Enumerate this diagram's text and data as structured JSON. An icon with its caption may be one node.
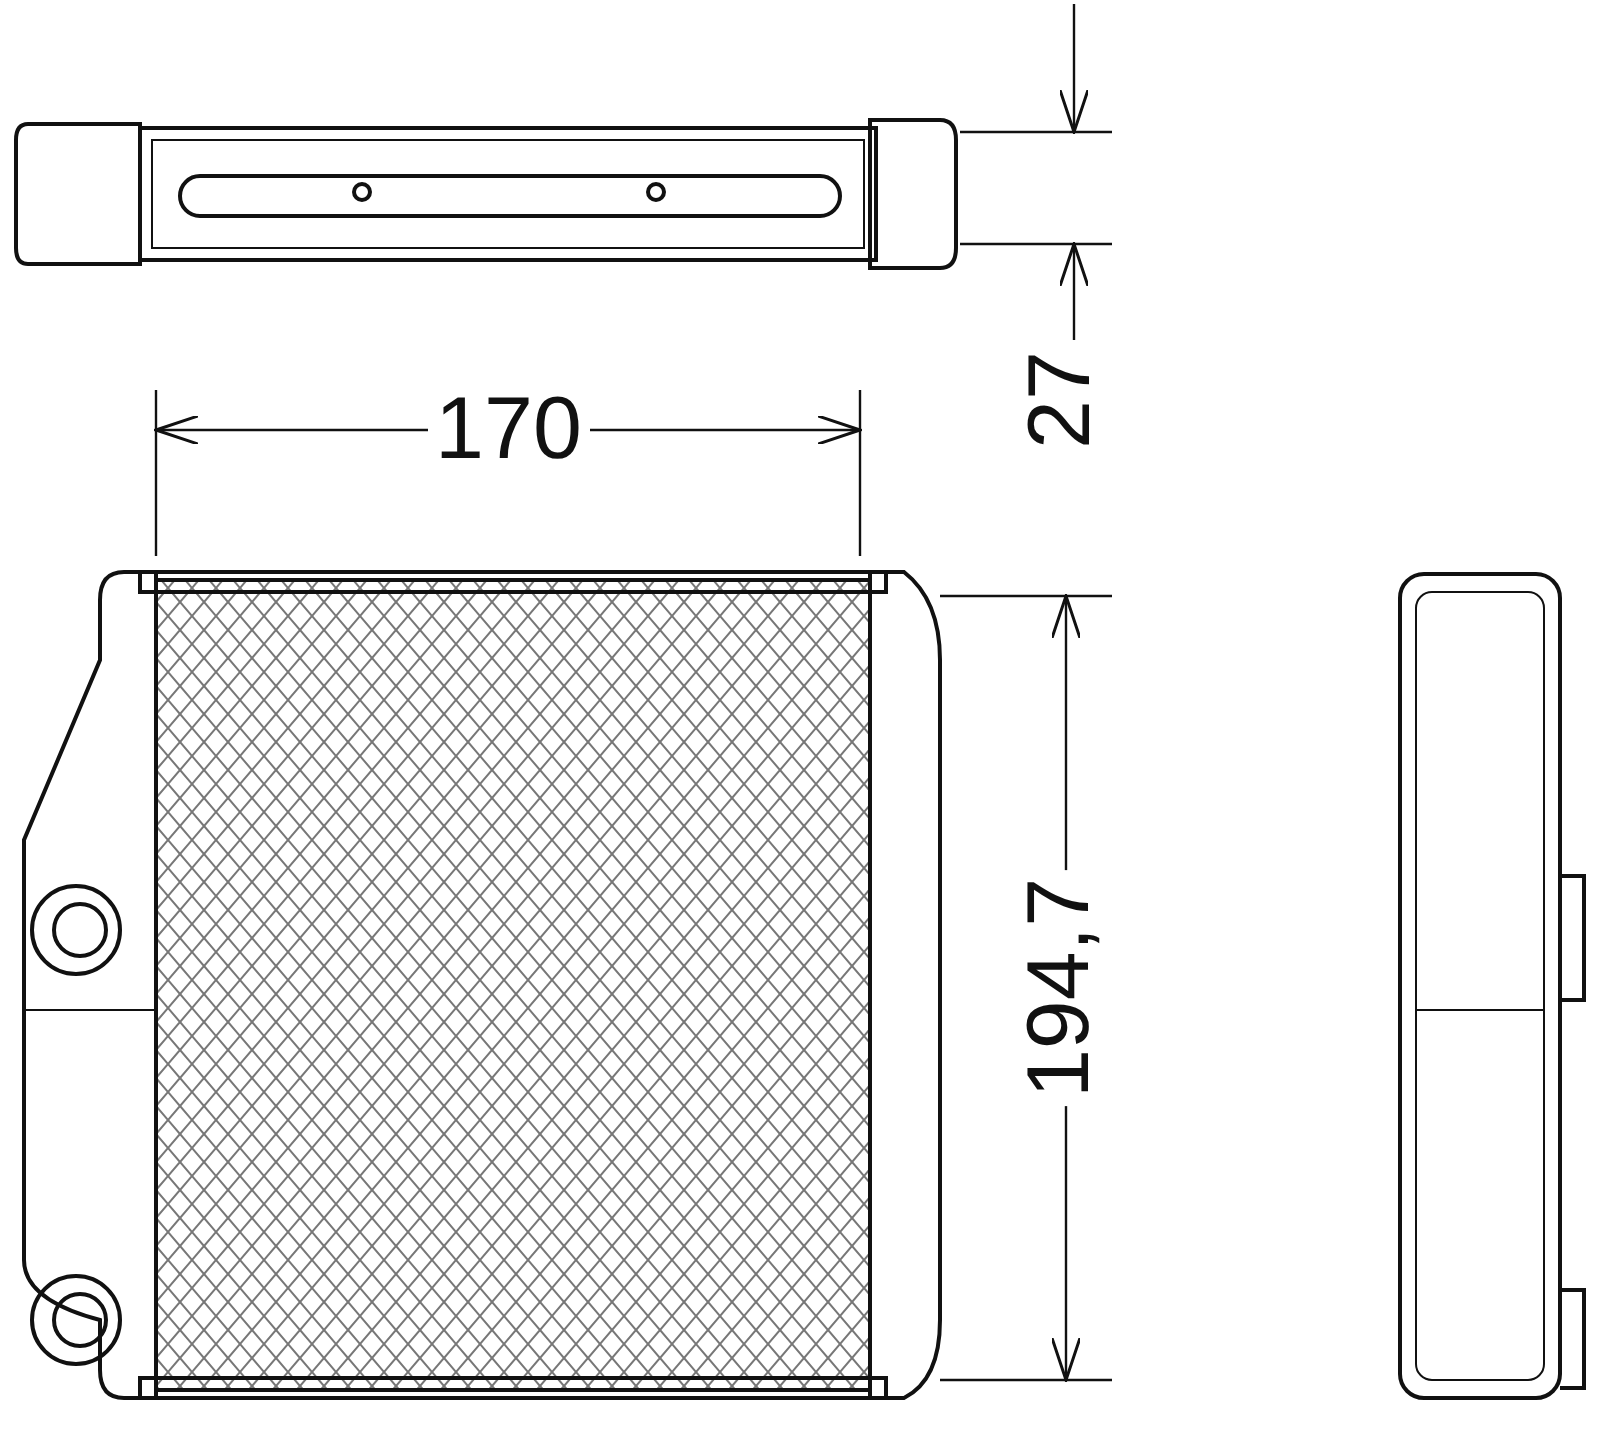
{
  "diagram": {
    "labels": [
      "27",
      "170",
      "194,7"
    ]
  }
}
